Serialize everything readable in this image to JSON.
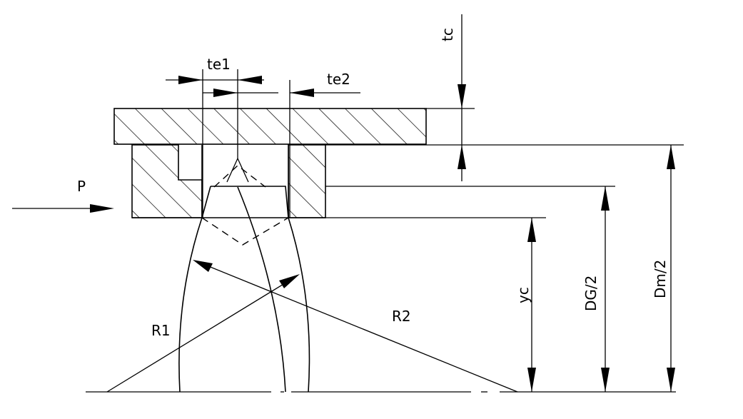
{
  "labels": {
    "te1": "te1",
    "te2": "te2",
    "tc": "tc",
    "P": "P",
    "R1": "R1",
    "R2": "R2",
    "yc": "yc",
    "DG2": "DG/2",
    "Dm2": "Dm/2"
  }
}
